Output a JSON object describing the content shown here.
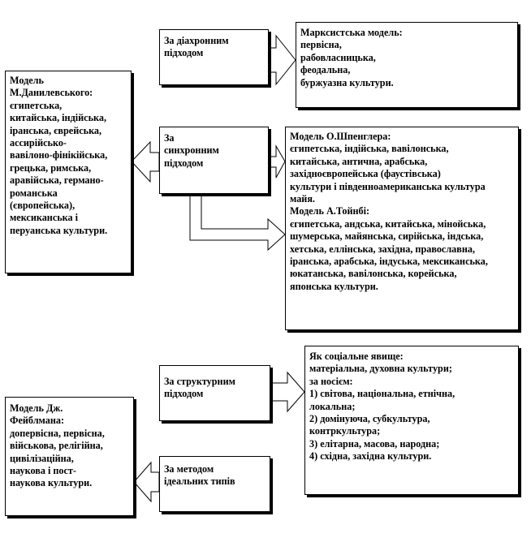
{
  "boxes": {
    "diachronic": {
      "label_lines": [
        "За діахронним",
        "підходом"
      ]
    },
    "marxist": {
      "title": "Марксистська модель:",
      "lines": [
        "первісна,",
        "рабовласницька,",
        "феодальна,",
        "буржуазна культури."
      ]
    },
    "danilevsky": {
      "title_lines": [
        "Модель",
        "М.Данилевського:"
      ],
      "lines": [
        "єгипетська,",
        "китайська, індійська,",
        "іранська, єврейська,",
        "ассирійсько-",
        "вавілоно-фінікійська,",
        "грецька, римська,",
        "аравійська, германо-",
        "романська",
        "(європейська),",
        "мексиканська і",
        "перуанська культури."
      ]
    },
    "synchronic": {
      "label_lines": [
        "За",
        "синхронним",
        "підходом"
      ]
    },
    "spengler_toynbee": {
      "spengler_title": "Модель О.Шпенглера:",
      "spengler_lines": [
        "єгипетська, індійська, вавілонська,",
        "китайська, антична, арабська,",
        "західноєвропейська (фаустівська)",
        "культури і південноамериканська культура",
        "майя."
      ],
      "toynbee_title": "Модель А.Тойнбі:",
      "toynbee_lines": [
        "єгипетська, андська, китайська, мінойська,",
        "шумерська, майянська, сирійська, індська,",
        "хетська, еллінська, західна, православна,",
        "іранська, арабська, індуська, мексиканська,",
        "юкатанська, вавілонська, корейська,",
        "японська культури."
      ]
    },
    "structural": {
      "label_lines": [
        "За структурним",
        "підходом"
      ]
    },
    "social": {
      "title": "Як соціальне явище:",
      "lines": [
        "матеріальна, духовна культури;",
        "за носієм:",
        "1) світова, національна, етнічна,",
        "локальна;",
        "2) домінуюча, субкультура,",
        "контркультура;",
        "3) елітарна, масова, народна;",
        "4) східна, західна культури."
      ]
    },
    "feibleman": {
      "title_lines": [
        "Модель Дж.",
        "Фейблмана:"
      ],
      "lines": [
        "допервісна, первісна,",
        "військова, релігійна,",
        "цивілізаційна,",
        "наукова і пост-",
        "наукова культури."
      ]
    },
    "ideal_types": {
      "label_lines": [
        "За методом",
        "ідеальних типів"
      ]
    }
  }
}
